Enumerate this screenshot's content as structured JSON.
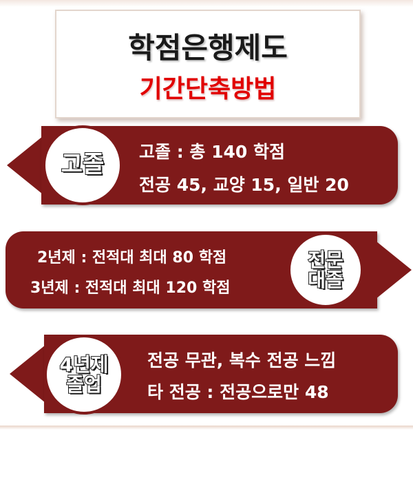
{
  "header": {
    "title": "학점은행제도",
    "subtitle": "기간단축방법"
  },
  "sections": [
    {
      "badge": [
        "고졸"
      ],
      "lines": [
        "고졸 : 총 140 학점",
        "전공 45, 교양 15, 일반 20"
      ],
      "arrow": "left"
    },
    {
      "badge": [
        "전문",
        "대졸"
      ],
      "lines": [
        "2년제 : 전적대 최대 80 학점",
        "3년제 : 전적대 최대 120 학점"
      ],
      "arrow": "right"
    },
    {
      "badge": [
        "4년제",
        "졸업"
      ],
      "lines": [
        "전공 무관, 복수 전공 느낌",
        "타 전공 : 전공으로만 48"
      ],
      "arrow": "left"
    }
  ],
  "colors": {
    "band": "#7f1a1a",
    "title": "#1a1a1a",
    "subtitle": "#e10000"
  }
}
